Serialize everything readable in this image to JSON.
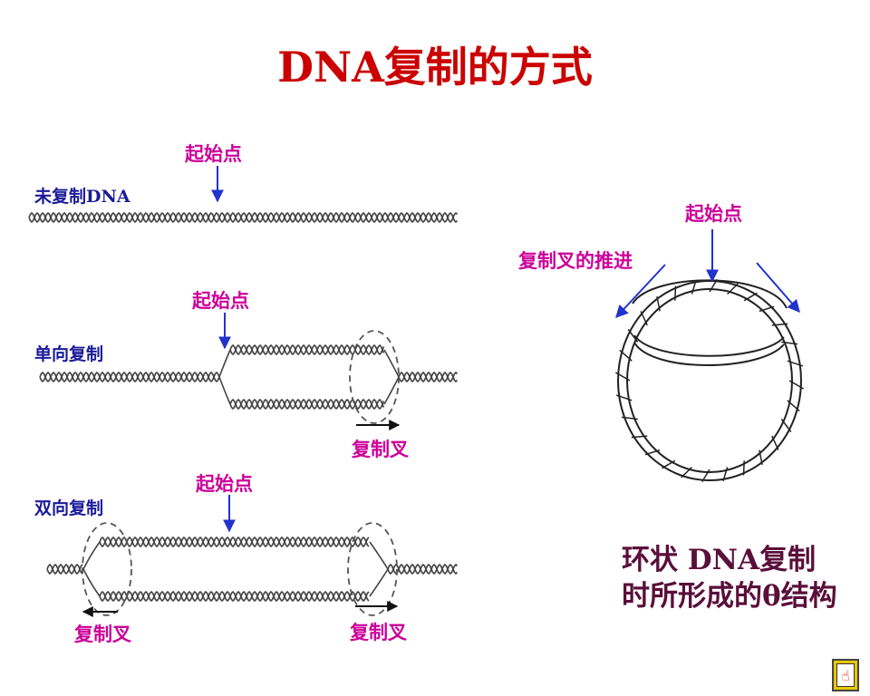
{
  "title": "DNA复制的方式",
  "labels": {
    "origin": "起始点",
    "unreplicated_dna": "未复制DNA",
    "unidirectional": "单向复制",
    "bidirectional": "双向复制",
    "replication_fork": "复制叉",
    "fork_progression": "复制叉的推进"
  },
  "caption": "环状 DNA复制时所形成的θ结构",
  "colors": {
    "title": "#cc0000",
    "label_magenta": "#cc0099",
    "label_blue": "#1a1a99",
    "arrow_blue": "#2233cc",
    "caption": "#5a0f3a"
  },
  "icons": {
    "nav_button": "hand-pointer-icon"
  }
}
